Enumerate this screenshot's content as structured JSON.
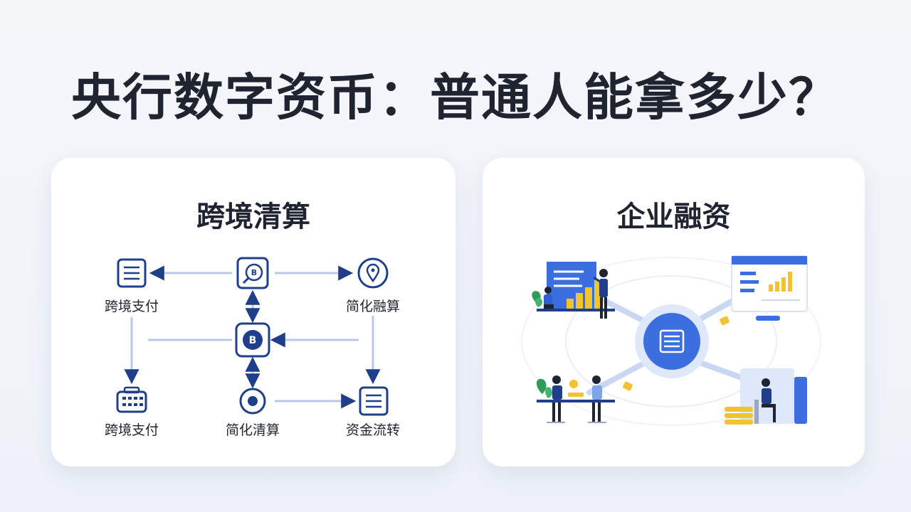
{
  "title": "央行数字资币：普通人能拿多少？",
  "left_panel": {
    "title": "跨境清算",
    "nodes": {
      "top_left": "跨境支付",
      "top_right": "简化融算",
      "bottom_left": "跨境支付",
      "bottom_mid": "简化清算",
      "bottom_right": "资金流转"
    },
    "coin_glyph": "B"
  },
  "right_panel": {
    "title": "企业融资"
  },
  "colors": {
    "navy": "#1f3f8a",
    "blue": "#3b6fe0",
    "gold": "#f2c230",
    "line": "#b9c8e8",
    "text": "#1f2430"
  }
}
